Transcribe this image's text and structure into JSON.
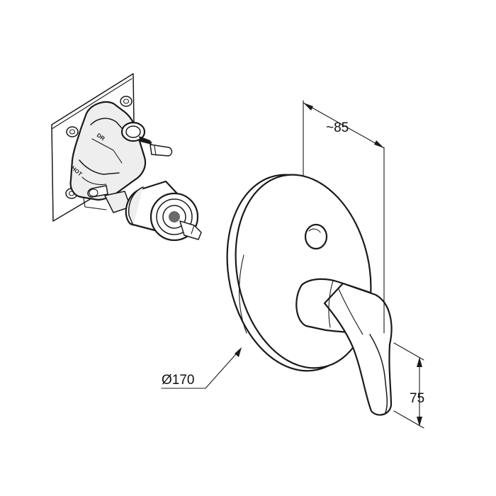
{
  "dimensions": {
    "depth": "~85",
    "diameter": "Ø170",
    "lever_height": "75"
  },
  "body_markings": {
    "top_label": "DR",
    "side_label": "HOT"
  }
}
